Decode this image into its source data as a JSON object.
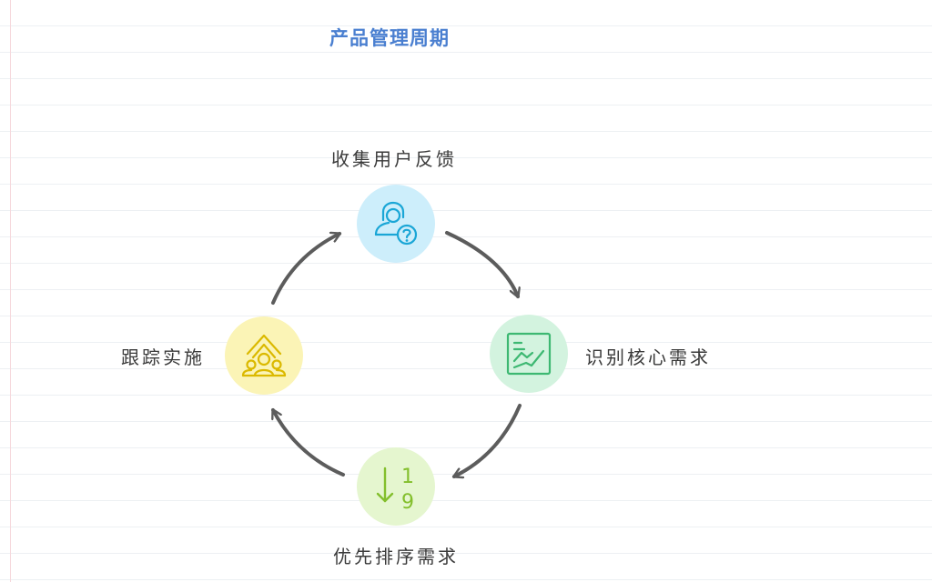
{
  "title": "产品管理周期",
  "colors": {
    "title": "#4a7fd0",
    "arrow": "#5c5c5c",
    "feedback_bg": "#cdeefb",
    "feedback_icon": "#1aa6d6",
    "identify_bg": "#d3f3df",
    "identify_icon": "#3db872",
    "prioritize_bg": "#e5f6cf",
    "prioritize_icon": "#83bf2c",
    "track_bg": "#fbf4b6",
    "track_icon": "#dbb900"
  },
  "steps": [
    {
      "label": "收集用户反馈",
      "icon": "user-question-icon"
    },
    {
      "label": "识别核心需求",
      "icon": "trend-chart-icon"
    },
    {
      "label": "优先排序需求",
      "icon": "sort-numeric-icon"
    },
    {
      "label": "跟踪实施",
      "icon": "team-growth-icon"
    }
  ],
  "sort_icon": {
    "top": "1",
    "bottom": "9"
  }
}
